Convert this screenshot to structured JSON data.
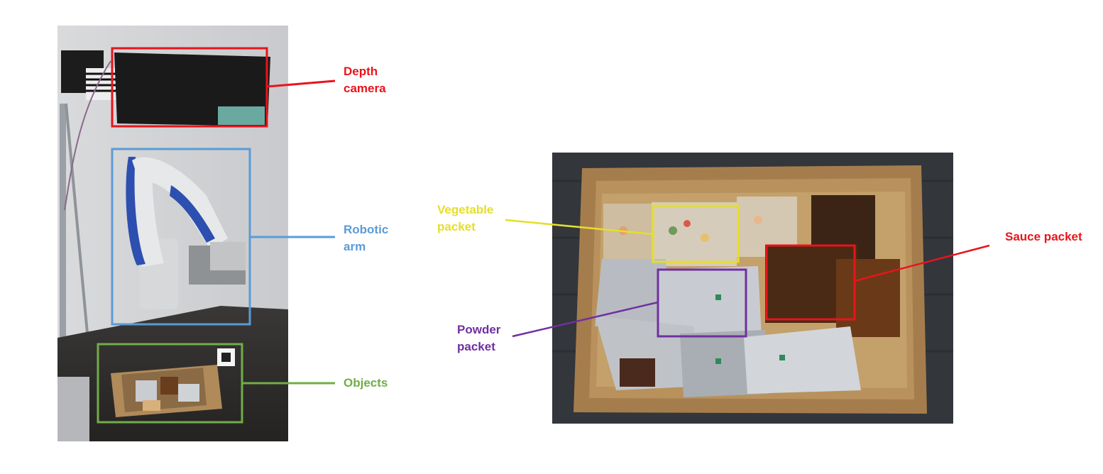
{
  "left_figure": {
    "callouts": [
      {
        "line1": "Depth",
        "line2": "camera",
        "color": "#e8141b"
      },
      {
        "line1": "Robotic",
        "line2": "arm",
        "color": "#5b9bd5"
      },
      {
        "line1": "Objects",
        "line2": "",
        "color": "#70ad47"
      }
    ]
  },
  "right_figure": {
    "callouts": [
      {
        "line1": "Vegetable",
        "line2": "packet",
        "color": "#e6de2a"
      },
      {
        "line1": "Powder",
        "line2": "packet",
        "color": "#7030a0"
      },
      {
        "line1": "Sauce packet",
        "line2": "",
        "color": "#e8141b"
      }
    ]
  }
}
